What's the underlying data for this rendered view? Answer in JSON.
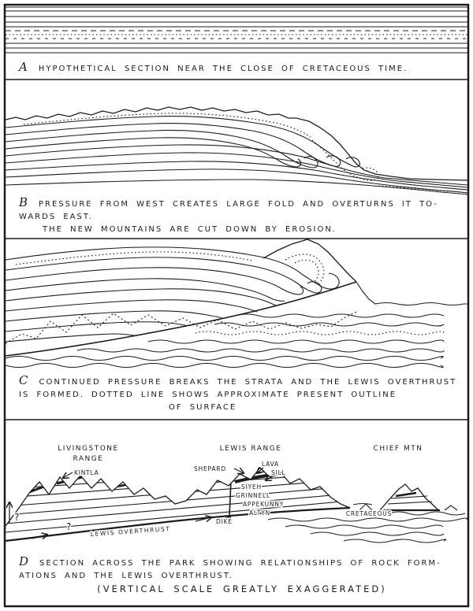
{
  "figure": {
    "colors": {
      "ink": "#1c1c1c",
      "paper": "#ffffff"
    },
    "panels": {
      "A": {
        "letter": "A",
        "line1": "HYPOTHETICAL SECTION NEAR THE CLOSE OF CRETACEOUS TIME."
      },
      "B": {
        "letter": "B",
        "line1": "PRESSURE FROM WEST CREATES LARGE FOLD AND OVERTURNS IT TO-",
        "line2": "WARDS EAST.",
        "line3": "THE NEW MOUNTAINS ARE CUT DOWN BY EROSION."
      },
      "C": {
        "letter": "C",
        "line1": "CONTINUED PRESSURE BREAKS THE STRATA AND THE LEWIS OVERTHRUST",
        "line2": "IS FORMED.  DOTTED LINE SHOWS APPROXIMATE PRESENT OUTLINE",
        "line3": "OF SURFACE"
      },
      "D": {
        "letter": "D",
        "line1": "SECTION ACROSS THE PARK SHOWING RELATIONSHIPS OF ROCK FORM-",
        "line2": "ATIONS AND THE LEWIS OVERTHRUST.",
        "line3": "(VERTICAL SCALE GREATLY EXAGGERATED)"
      }
    },
    "section_labels": {
      "livingstone_line1": "LIVINGSTONE",
      "livingstone_line2": "RANGE",
      "lewis_range": "LEWIS RANGE",
      "chief_mtn": "CHIEF MTN",
      "kintla": "KINTLA",
      "shepard": "SHEPARD",
      "lava": "LAVA",
      "sill": "SILL",
      "siyeh": "SIYEH",
      "grinnell": "GRINNELL",
      "appekunny": "APPEKUNNY",
      "altyn": "ALTYN",
      "dike": "DIKE",
      "cretaceous": "CRETACEOUS",
      "lewis_overthrust": "LEWIS OVERTHRUST",
      "question_left": "?",
      "question_mid": "?"
    }
  }
}
